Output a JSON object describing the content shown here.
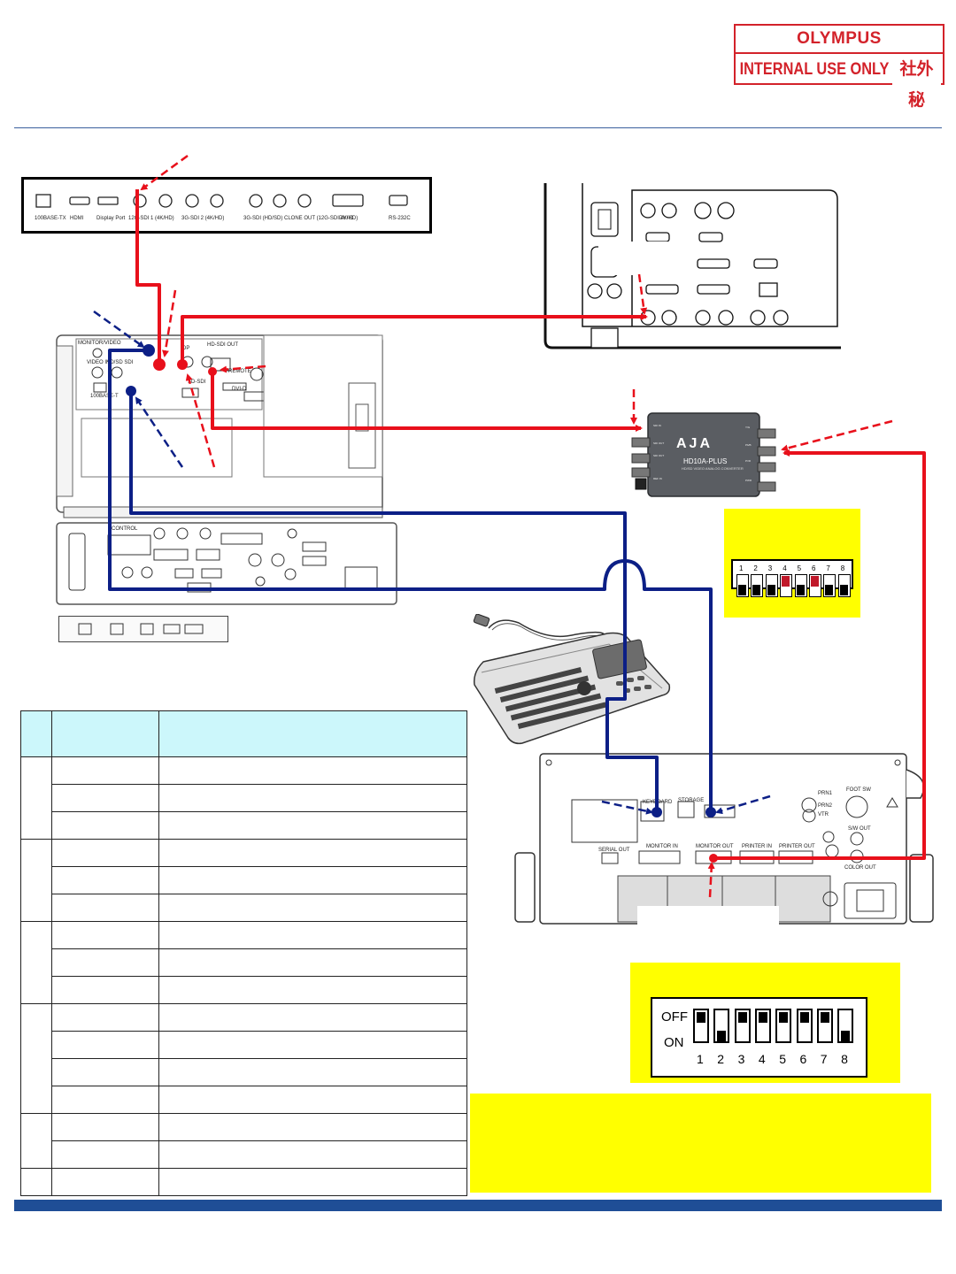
{
  "logo": {
    "brand": "OLYMPUS",
    "restriction": "INTERNAL USE ONLY",
    "kanji": "社外秘"
  },
  "monitor_panel": {
    "ports": [
      "100BASE-TX",
      "HDMI",
      "Display Port",
      "12G-SDI 1 (4K/HD)",
      "3G-SDI 2 (4K/HD)",
      "3G-SDI (HD/SD)",
      "CLONE OUT (12G-SDI 4K/HD)",
      "DVI-D",
      "RS-232C"
    ]
  },
  "processor_unit": {
    "labels": [
      "MONITOR/VIDEO",
      "VIDEO IN",
      "HD/SD SDI",
      "100BASE-T",
      "DP",
      "HD-SDI OUT",
      "REMOTE",
      "SD-SDI",
      "DVI-D",
      "CONTROL"
    ]
  },
  "converter": {
    "brand": "AJA",
    "model": "HD10A-PLUS",
    "subtitle": "HD/SD VIDEO ANALOG CONVERTER",
    "ports_left": [
      "SDI IN",
      "SDI OUT",
      "SDI OUT",
      "REF IN"
    ],
    "ports_right": [
      "Y/G",
      "Pb/B",
      "Pr/R",
      "PWR"
    ],
    "dip_numbers": [
      "1",
      "2",
      "3",
      "4",
      "5",
      "6",
      "7",
      "8"
    ],
    "dip_states": [
      "on",
      "on",
      "on",
      "off",
      "on",
      "off",
      "on",
      "on"
    ]
  },
  "recorder": {
    "labels": [
      "KEYBOARD",
      "STORAGE",
      "MONITOR IN",
      "MONITOR OUT",
      "PRINTER IN",
      "PRINTER OUT",
      "SERIAL OUT",
      "FOOT SW",
      "S/W OUT",
      "COLOR OUT",
      "PRN1",
      "PRN2",
      "VTR"
    ],
    "dip_off_label": "OFF",
    "dip_on_label": "ON",
    "dip_numbers": [
      "1",
      "2",
      "3",
      "4",
      "5",
      "6",
      "7",
      "8"
    ],
    "dip_states": [
      "off",
      "on",
      "off",
      "off",
      "off",
      "off",
      "off",
      "on"
    ]
  },
  "table": {
    "rows": 16
  },
  "colors": {
    "video_line": "#e8101b",
    "control_line": "#0c1f86",
    "note_background": "#ffff00",
    "header_fill": "#ccf7fb",
    "footer_rule": "#1f4e96"
  }
}
